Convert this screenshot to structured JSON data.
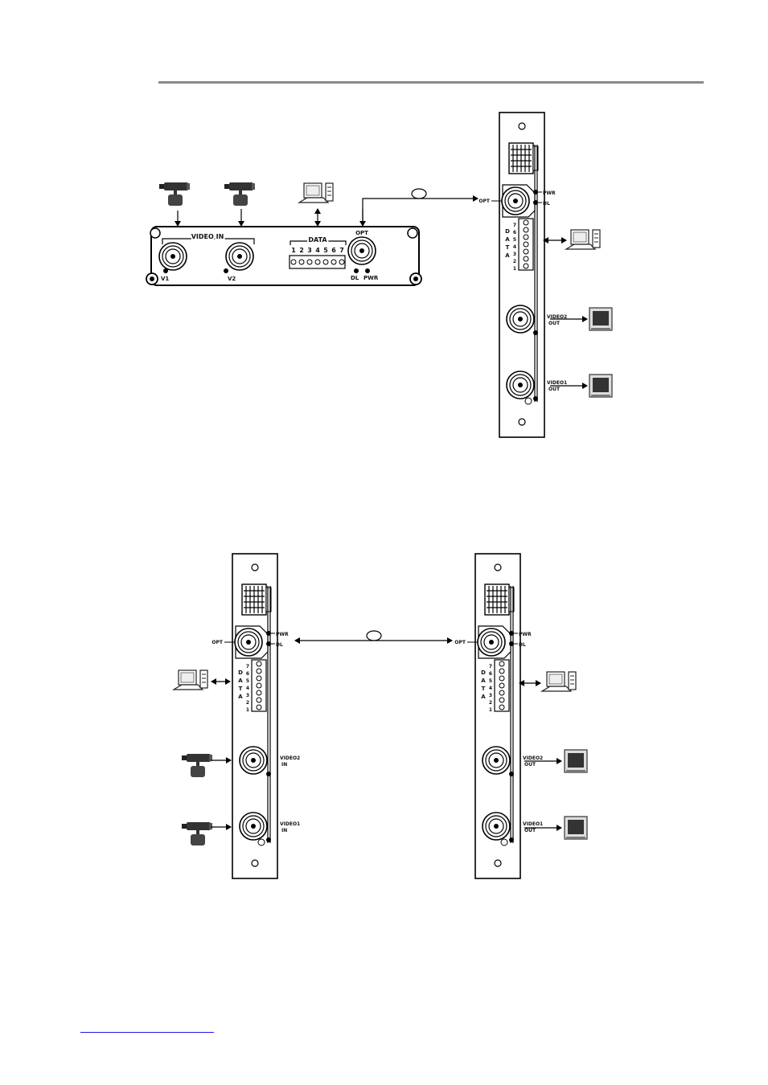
{
  "labels": {
    "video_in": "VIDEO IN",
    "v1": "V1",
    "v2": "V2",
    "data": "DATA",
    "data_pins_h": [
      "1",
      "2",
      "3",
      "4",
      "5",
      "6",
      "7"
    ],
    "opt": "OPT",
    "dl": "DL",
    "pwr": "PWR",
    "data_v": [
      "D",
      "A",
      "T",
      "A"
    ],
    "data_pins_v": [
      "7",
      "6",
      "5",
      "4",
      "3",
      "2",
      "1"
    ],
    "video2_out": [
      "VIDEO2",
      "OUT"
    ],
    "video1_out": [
      "VIDEO1",
      "OUT"
    ],
    "video2_in": [
      "VIDEO2",
      "IN"
    ],
    "video1_in": [
      "VIDEO1",
      "IN"
    ]
  },
  "footer": {
    "link_text": ""
  }
}
